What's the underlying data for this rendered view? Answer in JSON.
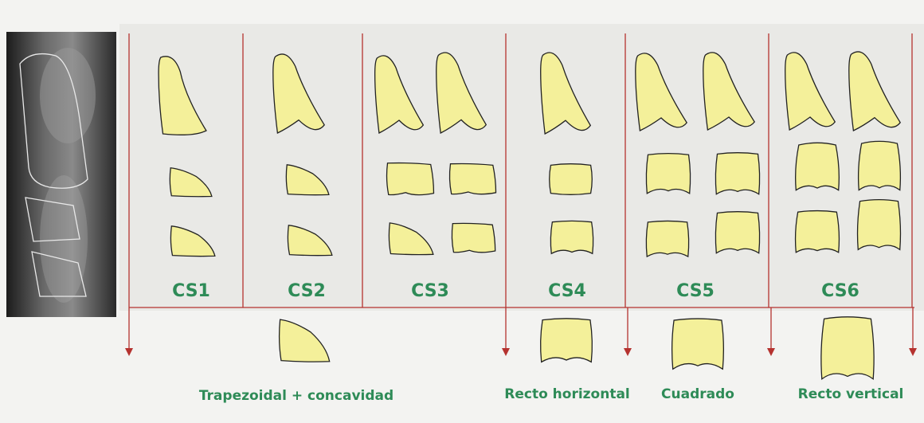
{
  "stages": [
    {
      "label": "CS1"
    },
    {
      "label": "CS2"
    },
    {
      "label": "CS3"
    },
    {
      "label": "CS4"
    },
    {
      "label": "CS5"
    },
    {
      "label": "CS6"
    }
  ],
  "shape_labels": [
    {
      "label": "Trapezoidal + concavidad"
    },
    {
      "label": "Recto horizontal"
    },
    {
      "label": "Cuadrado"
    },
    {
      "label": "Recto vertical"
    }
  ],
  "colors": {
    "vertebra_fill": "#f4f09a",
    "vertebra_stroke": "#222222",
    "divider": "#b5322f",
    "label": "#2e8b57",
    "panel_bg": "#e9e9e6"
  }
}
